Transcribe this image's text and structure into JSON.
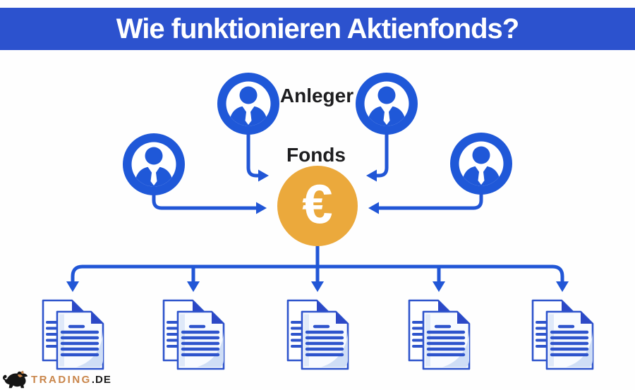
{
  "header": {
    "title": "Wie funktionieren Aktienfonds?"
  },
  "diagram": {
    "investors_label": "Anleger",
    "fund_label": "Fonds",
    "coin_symbol": "€",
    "investor_count": 4,
    "document_count": 5
  },
  "logo": {
    "brand": "TRADING",
    "tld": ".DE"
  },
  "colors": {
    "banner_blue": "#2c52ce",
    "icon_blue": "#1f58d8",
    "arrow_blue": "#2156d6",
    "document_blue": "#2e54cc",
    "document_fold_blue": "#2c48c6",
    "document_fill": "#f8fbff",
    "document_shade": "#cfdef6",
    "coin_orange": "#eba93c",
    "logo_orange": "#c9854a",
    "text_dark": "#1d1d1f"
  }
}
